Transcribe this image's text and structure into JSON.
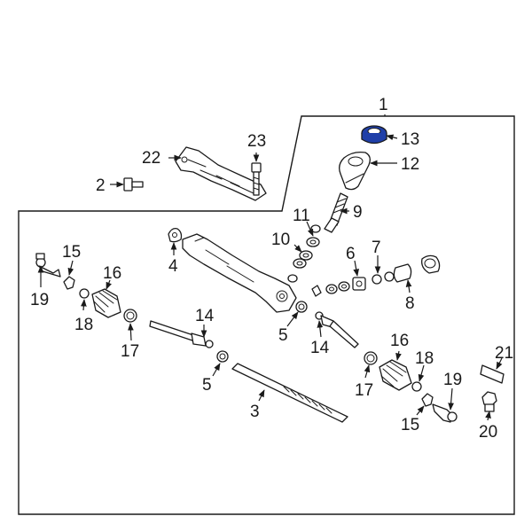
{
  "diagram": {
    "highlight_color": "#1f3fa8",
    "line_color": "#1a1a1a",
    "callouts": [
      {
        "id": "c1",
        "label": "1"
      },
      {
        "id": "c2",
        "label": "2"
      },
      {
        "id": "c3",
        "label": "3"
      },
      {
        "id": "c4",
        "label": "4"
      },
      {
        "id": "c5a",
        "label": "5"
      },
      {
        "id": "c5b",
        "label": "5"
      },
      {
        "id": "c6",
        "label": "6"
      },
      {
        "id": "c7",
        "label": "7"
      },
      {
        "id": "c8",
        "label": "8"
      },
      {
        "id": "c9",
        "label": "9"
      },
      {
        "id": "c10",
        "label": "10"
      },
      {
        "id": "c11",
        "label": "11"
      },
      {
        "id": "c12",
        "label": "12"
      },
      {
        "id": "c13",
        "label": "13"
      },
      {
        "id": "c14a",
        "label": "14"
      },
      {
        "id": "c14b",
        "label": "14"
      },
      {
        "id": "c15a",
        "label": "15"
      },
      {
        "id": "c15b",
        "label": "15"
      },
      {
        "id": "c16a",
        "label": "16"
      },
      {
        "id": "c16b",
        "label": "16"
      },
      {
        "id": "c17a",
        "label": "17"
      },
      {
        "id": "c17b",
        "label": "17"
      },
      {
        "id": "c18a",
        "label": "18"
      },
      {
        "id": "c18b",
        "label": "18"
      },
      {
        "id": "c19a",
        "label": "19"
      },
      {
        "id": "c19b",
        "label": "19"
      },
      {
        "id": "c20",
        "label": "20"
      },
      {
        "id": "c21",
        "label": "21"
      },
      {
        "id": "c22",
        "label": "22"
      },
      {
        "id": "c23",
        "label": "23"
      }
    ]
  }
}
